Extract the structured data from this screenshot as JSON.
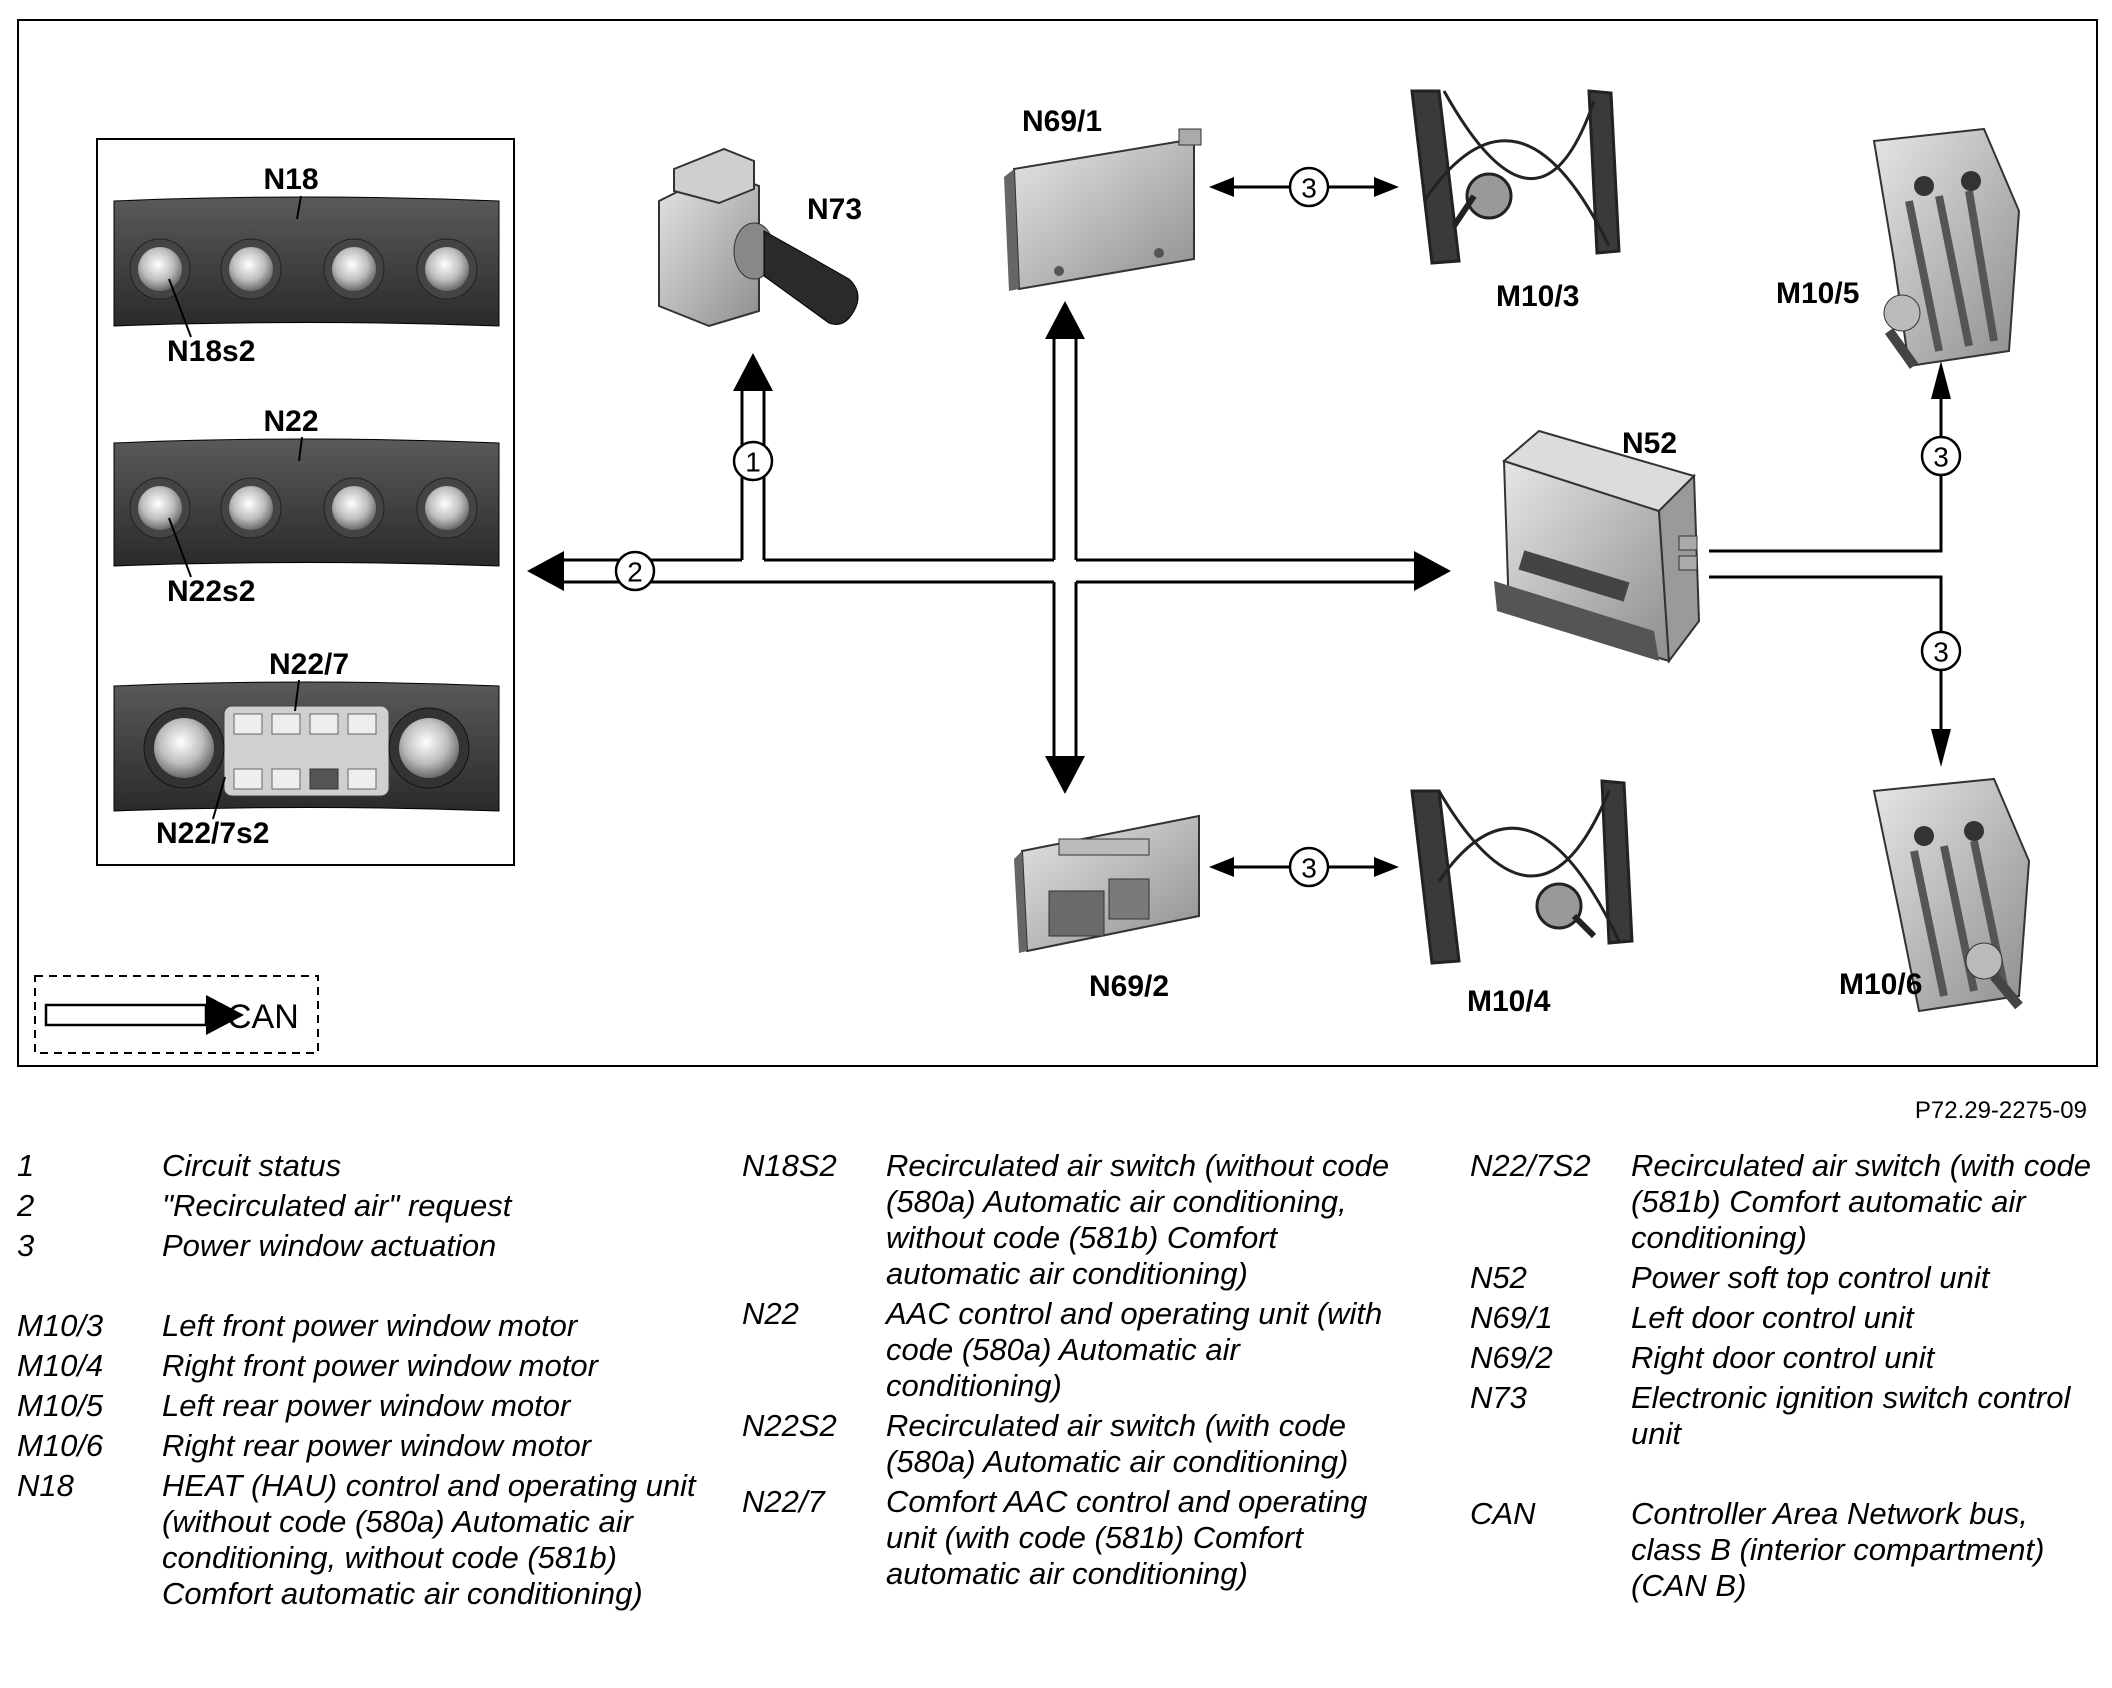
{
  "components": {
    "n18": "N18",
    "n18s2": "N18s2",
    "n22": "N22",
    "n22s2": "N22s2",
    "n22_7": "N22/7",
    "n22_7s2": "N22/7s2",
    "n73": "N73",
    "n69_1": "N69/1",
    "n69_2": "N69/2",
    "n52": "N52",
    "m10_3": "M10/3",
    "m10_4": "M10/4",
    "m10_5": "M10/5",
    "m10_6": "M10/6"
  },
  "signals": {
    "s1": "1",
    "s2": "2",
    "s3": "3"
  },
  "can_legend": "CAN",
  "figure_ref": "P72.29-2275-09",
  "legend": {
    "col1": [
      {
        "key": "1",
        "desc": "Circuit status"
      },
      {
        "key": "2",
        "desc": "\"Recirculated air\" request"
      },
      {
        "key": "3",
        "desc": "Power window actuation"
      },
      {
        "key": "M10/3",
        "desc": "Left front power window motor"
      },
      {
        "key": "M10/4",
        "desc": "Right front power window motor"
      },
      {
        "key": "M10/5",
        "desc": "Left rear power window motor"
      },
      {
        "key": "M10/6",
        "desc": "Right rear power window motor"
      },
      {
        "key": "N18",
        "desc": "HEAT (HAU) control and operating unit (without code (580a) Automatic air conditioning, without code (581b) Comfort automatic air conditioning)"
      }
    ],
    "col2": [
      {
        "key": "N18S2",
        "desc": "Recirculated air switch (without code (580a) Automatic air conditioning, without code (581b) Comfort automatic air conditioning)"
      },
      {
        "key": "N22",
        "desc": "AAC control and operating unit (with code (580a) Automatic air conditioning)"
      },
      {
        "key": "N22S2",
        "desc": "Recirculated air switch (with code (580a) Automatic air conditioning)"
      },
      {
        "key": "N22/7",
        "desc": "Comfort AAC control and operating unit (with code (581b) Comfort automatic air conditioning)"
      }
    ],
    "col3": [
      {
        "key": "N22/7S2",
        "desc": "Recirculated air switch (with code (581b) Comfort automatic air conditioning)"
      },
      {
        "key": "N52",
        "desc": "Power soft top control unit"
      },
      {
        "key": "N69/1",
        "desc": "Left door control unit"
      },
      {
        "key": "N69/2",
        "desc": "Right door control unit"
      },
      {
        "key": "N73",
        "desc": "Electronic ignition switch control unit"
      },
      {
        "key": "CAN",
        "desc": "Controller Area Network bus, class B (interior compartment) (CAN B)"
      }
    ]
  }
}
